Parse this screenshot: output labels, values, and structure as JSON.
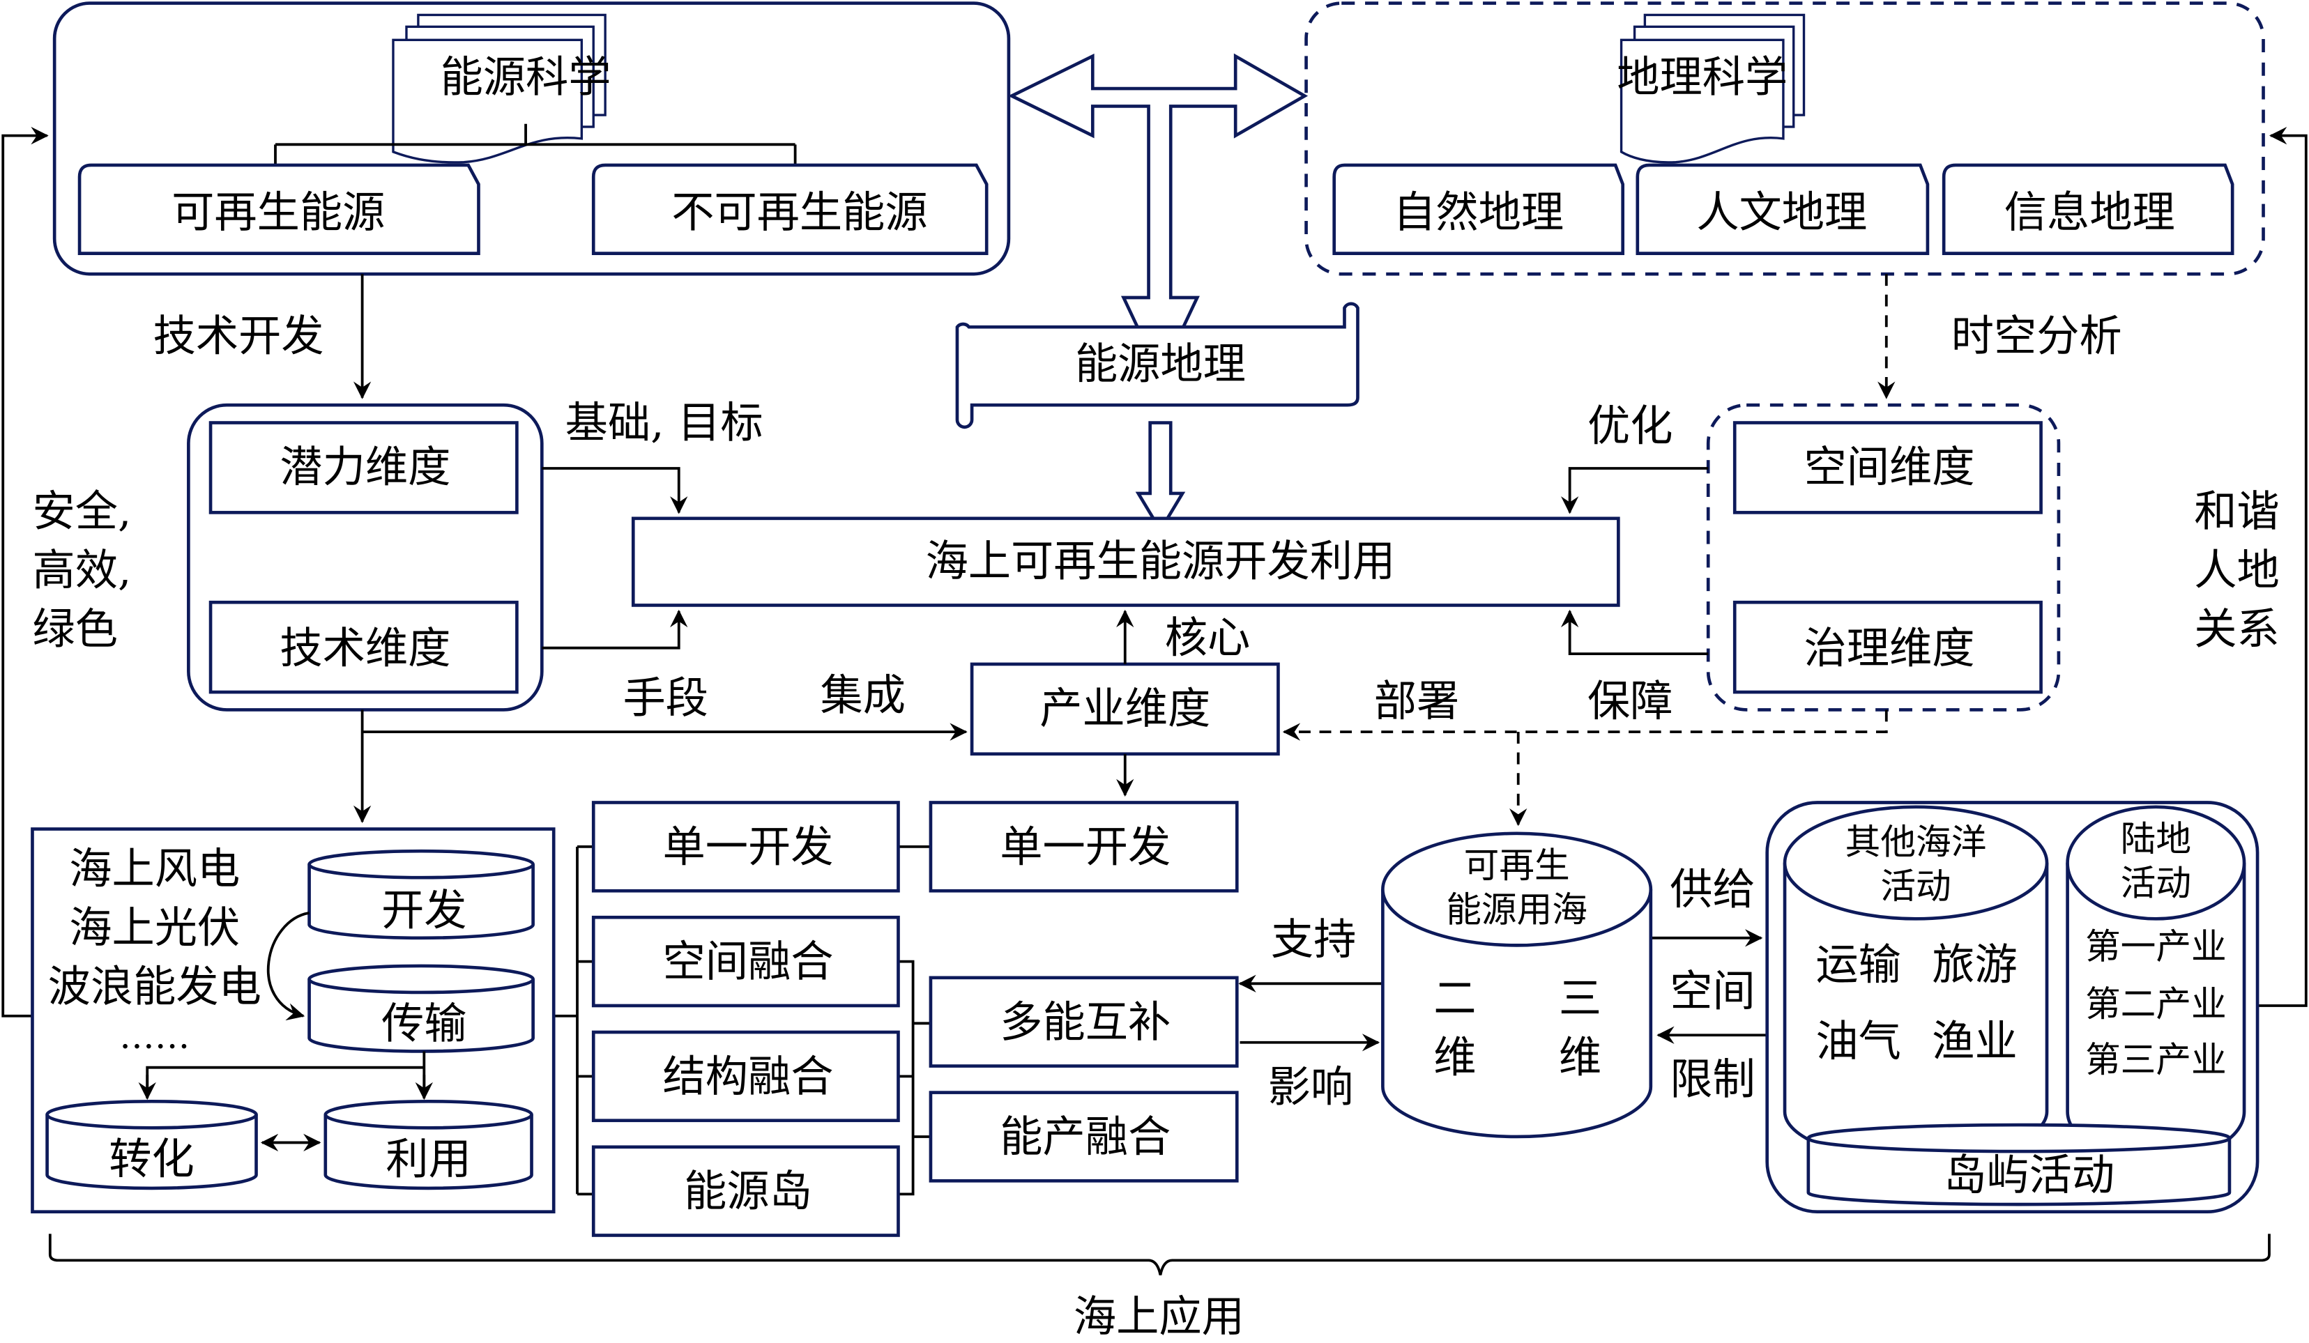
{
  "colors": {
    "box_stroke": "#0d1a5a",
    "line": "#000000",
    "background": "#ffffff"
  },
  "energy_science": {
    "title": "能源科学",
    "children": [
      "可再生能源",
      "不可再生能源"
    ]
  },
  "geo_science": {
    "title": "地理科学",
    "children": [
      "自然地理",
      "人文地理",
      "信息地理"
    ]
  },
  "energy_geography": {
    "title": "能源地理"
  },
  "core": {
    "title": "海上可再生能源开发利用"
  },
  "left_dimensions": [
    "潜力维度",
    "技术维度"
  ],
  "right_dimensions": [
    "空间维度",
    "治理维度"
  ],
  "industry_dimension": {
    "title": "产业维度"
  },
  "edge_labels": {
    "tech_dev": "技术开发",
    "basis_goal": "基础, 目标",
    "means": "手段",
    "integration": "集成",
    "core": "核心",
    "deploy": "部署",
    "guarantee": "保障",
    "optimize": "优化",
    "spatiotemporal": "时空分析",
    "support": "支持",
    "influence": "影响",
    "supply": "供给",
    "space": "空间",
    "restrict": "限制"
  },
  "side_labels": {
    "left": [
      "安全,",
      "高效,",
      "绿色"
    ],
    "right": [
      "和谐",
      "人地",
      "关系"
    ]
  },
  "energy_types": {
    "items": [
      "海上风电",
      "海上光伏",
      "波浪能发电",
      "……"
    ],
    "stages": [
      "开发",
      "传输",
      "转化",
      "利用"
    ]
  },
  "dev_modes": {
    "left_column": [
      "单一开发",
      "空间融合",
      "结构融合",
      "能源岛"
    ],
    "right_column": [
      "单一开发",
      "多能互补",
      "能产融合"
    ]
  },
  "sea_use": {
    "title_lines": [
      "可再生",
      "能源用海"
    ],
    "dims": [
      [
        "二",
        "维"
      ],
      [
        "三",
        "维"
      ]
    ]
  },
  "activities": {
    "ocean": {
      "title_lines": [
        "其他海洋",
        "活动"
      ],
      "items": [
        [
          "运输",
          "旅游"
        ],
        [
          "油气",
          "渔业"
        ]
      ]
    },
    "land": {
      "title_lines": [
        "陆地",
        "活动"
      ],
      "items": [
        "第一产业",
        "第二产业",
        "第三产业"
      ]
    },
    "island": {
      "title": "岛屿活动"
    }
  },
  "bottom_label": "海上应用"
}
